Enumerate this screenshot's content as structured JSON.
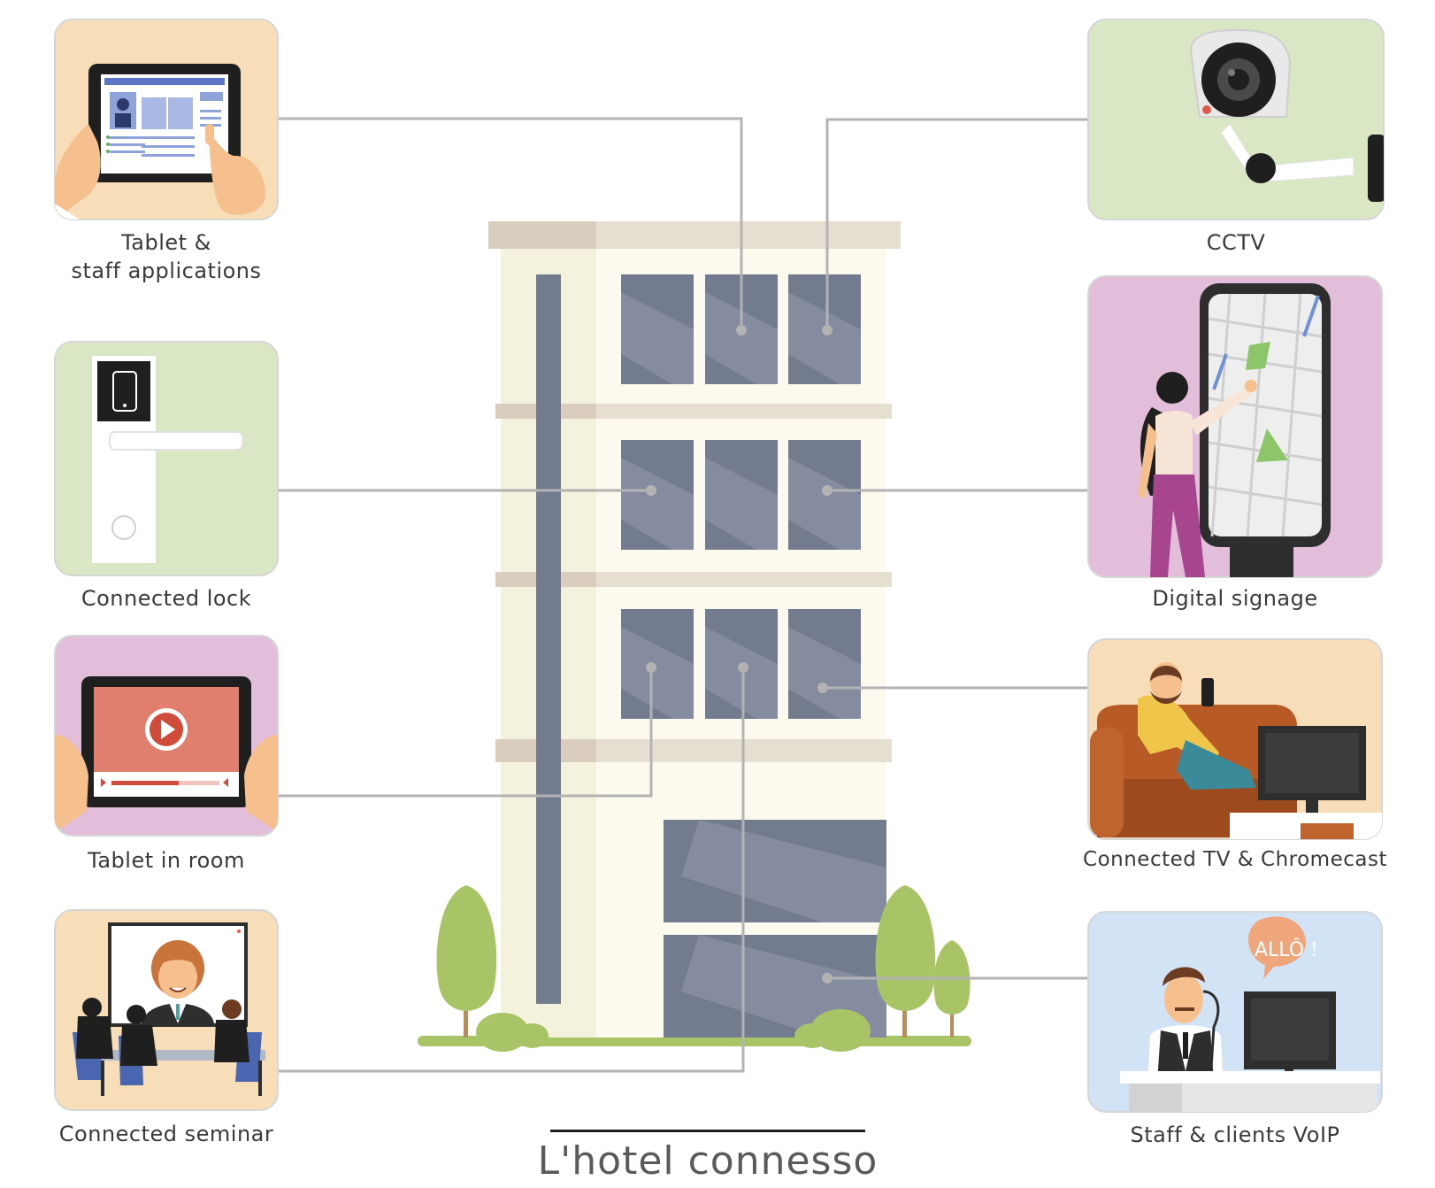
{
  "title": "L'hotel connesso",
  "items": [
    {
      "id": "tablet-staff",
      "lines": [
        "Tablet &",
        "staff applications"
      ]
    },
    {
      "id": "connected-lock",
      "lines": [
        "Connected lock"
      ]
    },
    {
      "id": "tablet-room",
      "lines": [
        "Tablet in room"
      ]
    },
    {
      "id": "connected-seminar",
      "lines": [
        "Connected seminar"
      ]
    },
    {
      "id": "cctv",
      "lines": [
        "CCTV"
      ]
    },
    {
      "id": "digital-signage",
      "lines": [
        "Digital signage"
      ]
    },
    {
      "id": "connected-tv",
      "lines": [
        "Connected TV & Chromecast"
      ]
    },
    {
      "id": "voip",
      "lines": [
        "Staff & clients VoIP"
      ]
    }
  ],
  "speech_bubble": "ALLÔ !",
  "colors": {
    "peach": "#f8ddb9",
    "green": "#d9e7c5",
    "pink": "#e3bedb",
    "blue": "#d2e3f5",
    "building": "#fcfaee",
    "window": "#737b8f",
    "tree": "#a9c467",
    "connector": "#b3b3b3"
  },
  "icons": [
    "tablet-icon",
    "lock-icon",
    "video-tablet-icon",
    "seminar-icon",
    "cctv-camera-icon",
    "map-signage-icon",
    "tv-sofa-icon",
    "voip-receptionist-icon",
    "building-icon",
    "tree-icon"
  ]
}
